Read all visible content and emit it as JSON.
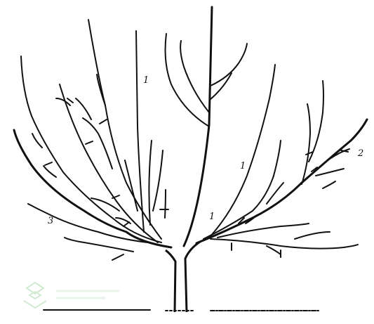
{
  "figure": {
    "labels": [
      {
        "id": "label-1-top",
        "text": "1"
      },
      {
        "id": "label-1-right",
        "text": "1"
      },
      {
        "id": "label-1-center",
        "text": "1"
      },
      {
        "id": "label-2",
        "text": "2"
      },
      {
        "id": "label-3",
        "text": "3"
      }
    ],
    "colors": {
      "line": "#111111",
      "background": "#ffffff",
      "watermark": "#cfe8cf"
    },
    "icons": [
      "watermark-logo-icon"
    ]
  }
}
